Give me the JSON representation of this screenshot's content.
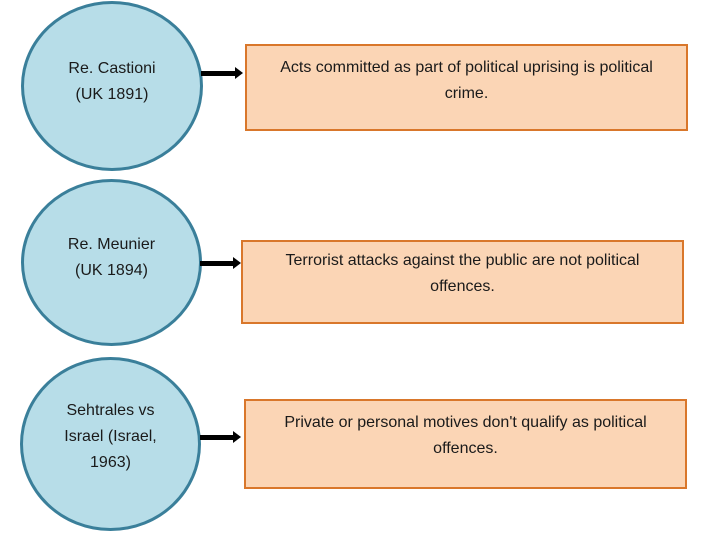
{
  "cases": [
    {
      "name": "Re. Castioni (UK 1891)",
      "lines": [
        "Re. Castioni",
        "(UK 1891)"
      ],
      "principle": "Acts committed as part of political uprising is political crime."
    },
    {
      "name": "Re. Meunier (UK 1894)",
      "lines": [
        "Re. Meunier",
        "(UK 1894)"
      ],
      "principle": "Terrorist attacks against the public are not political offences."
    },
    {
      "name": "Sehtrales vs Israel (Israel, 1963)",
      "lines": [
        "Sehtrales vs",
        "Israel (Israel,",
        "1963)"
      ],
      "principle": "Private or personal motives don't qualify as political offences."
    }
  ],
  "colors": {
    "circle_fill": "#b7dde8",
    "circle_border": "#3a7f9a",
    "box_fill": "#fbd5b5",
    "box_border": "#d9772b"
  }
}
